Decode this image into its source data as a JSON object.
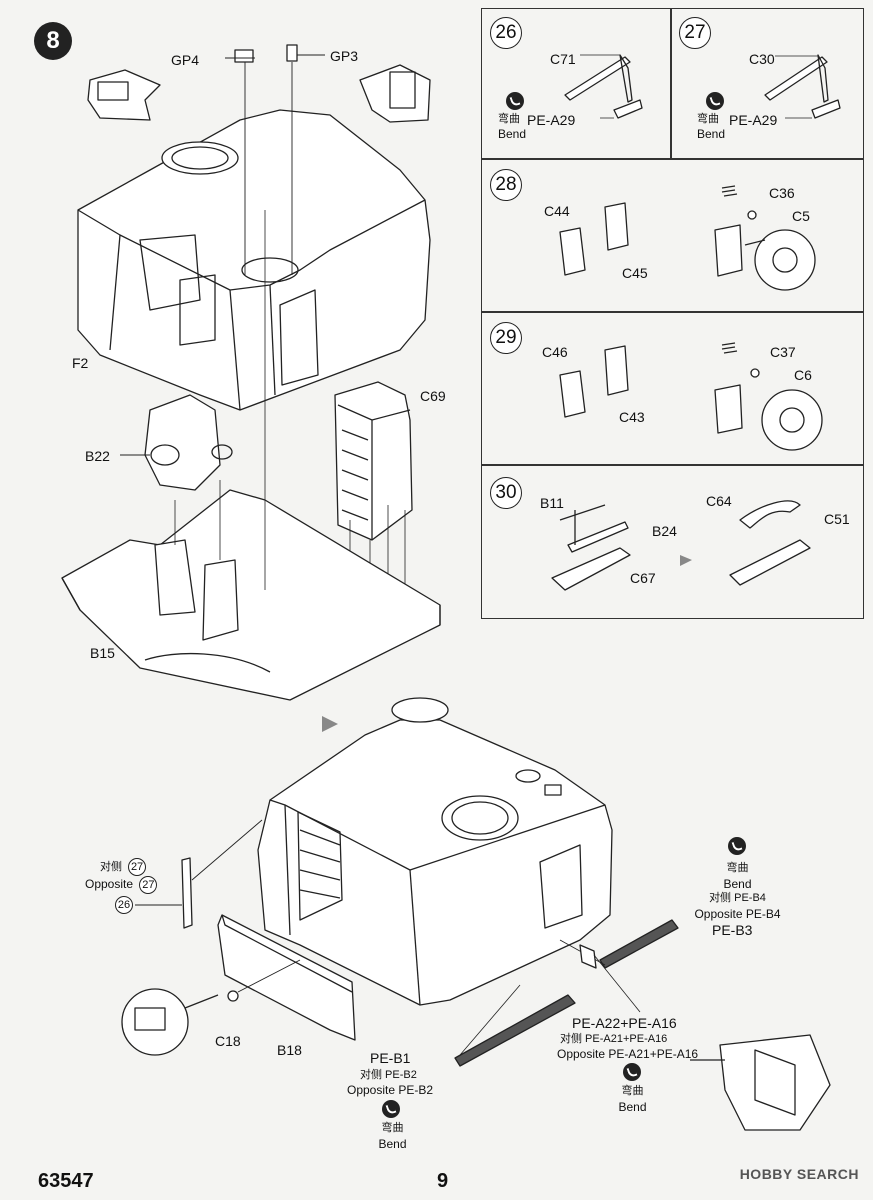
{
  "step_main": "8",
  "main": {
    "labels": {
      "gp4": "GP4",
      "gp3": "GP3",
      "f2": "F2",
      "c69": "C69",
      "b22": "B22",
      "b15": "B15",
      "c18": "C18",
      "b18": "B18",
      "pe_b3": "PE-B3",
      "pe_b1": "PE-B1",
      "pe_a22": "PE-A22+PE-A16"
    },
    "opposite_block": {
      "opp_cn": "对侧",
      "opp_num1": "27",
      "opposite": "Opposite",
      "opp_num2": "27",
      "ref_26": "26"
    },
    "right_bend_block": {
      "cn": "弯曲",
      "en": "Bend",
      "opp_cn": "对侧 PE-B4",
      "opp_en": "Opposite PE-B4"
    },
    "pe_a22_block": {
      "opp_cn": "对侧 PE-A21+PE-A16",
      "opp_en": "Opposite PE-A21+PE-A16",
      "bend_cn": "弯曲",
      "bend_en": "Bend"
    },
    "pe_b1_block": {
      "opp_cn": "对侧 PE-B2",
      "opp_en": "Opposite PE-B2",
      "bend_cn": "弯曲",
      "bend_en": "Bend"
    }
  },
  "panels": {
    "p26": {
      "num": "26",
      "part": "C71",
      "bend_cn": "弯曲",
      "bend_en": "Bend",
      "pe": "PE-A29"
    },
    "p27": {
      "num": "27",
      "part": "C30",
      "bend_cn": "弯曲",
      "bend_en": "Bend",
      "pe": "PE-A29"
    },
    "p28": {
      "num": "28",
      "a": "C44",
      "b": "C45",
      "c": "C36",
      "d": "C5"
    },
    "p29": {
      "num": "29",
      "a": "C46",
      "b": "C43",
      "c": "C37",
      "d": "C6"
    },
    "p30": {
      "num": "30",
      "a": "B11",
      "b": "B24",
      "c": "C67",
      "d": "C64",
      "e": "C51"
    }
  },
  "footer": {
    "code": "63547",
    "page": "9",
    "watermark": "HOBBY SEARCH"
  }
}
